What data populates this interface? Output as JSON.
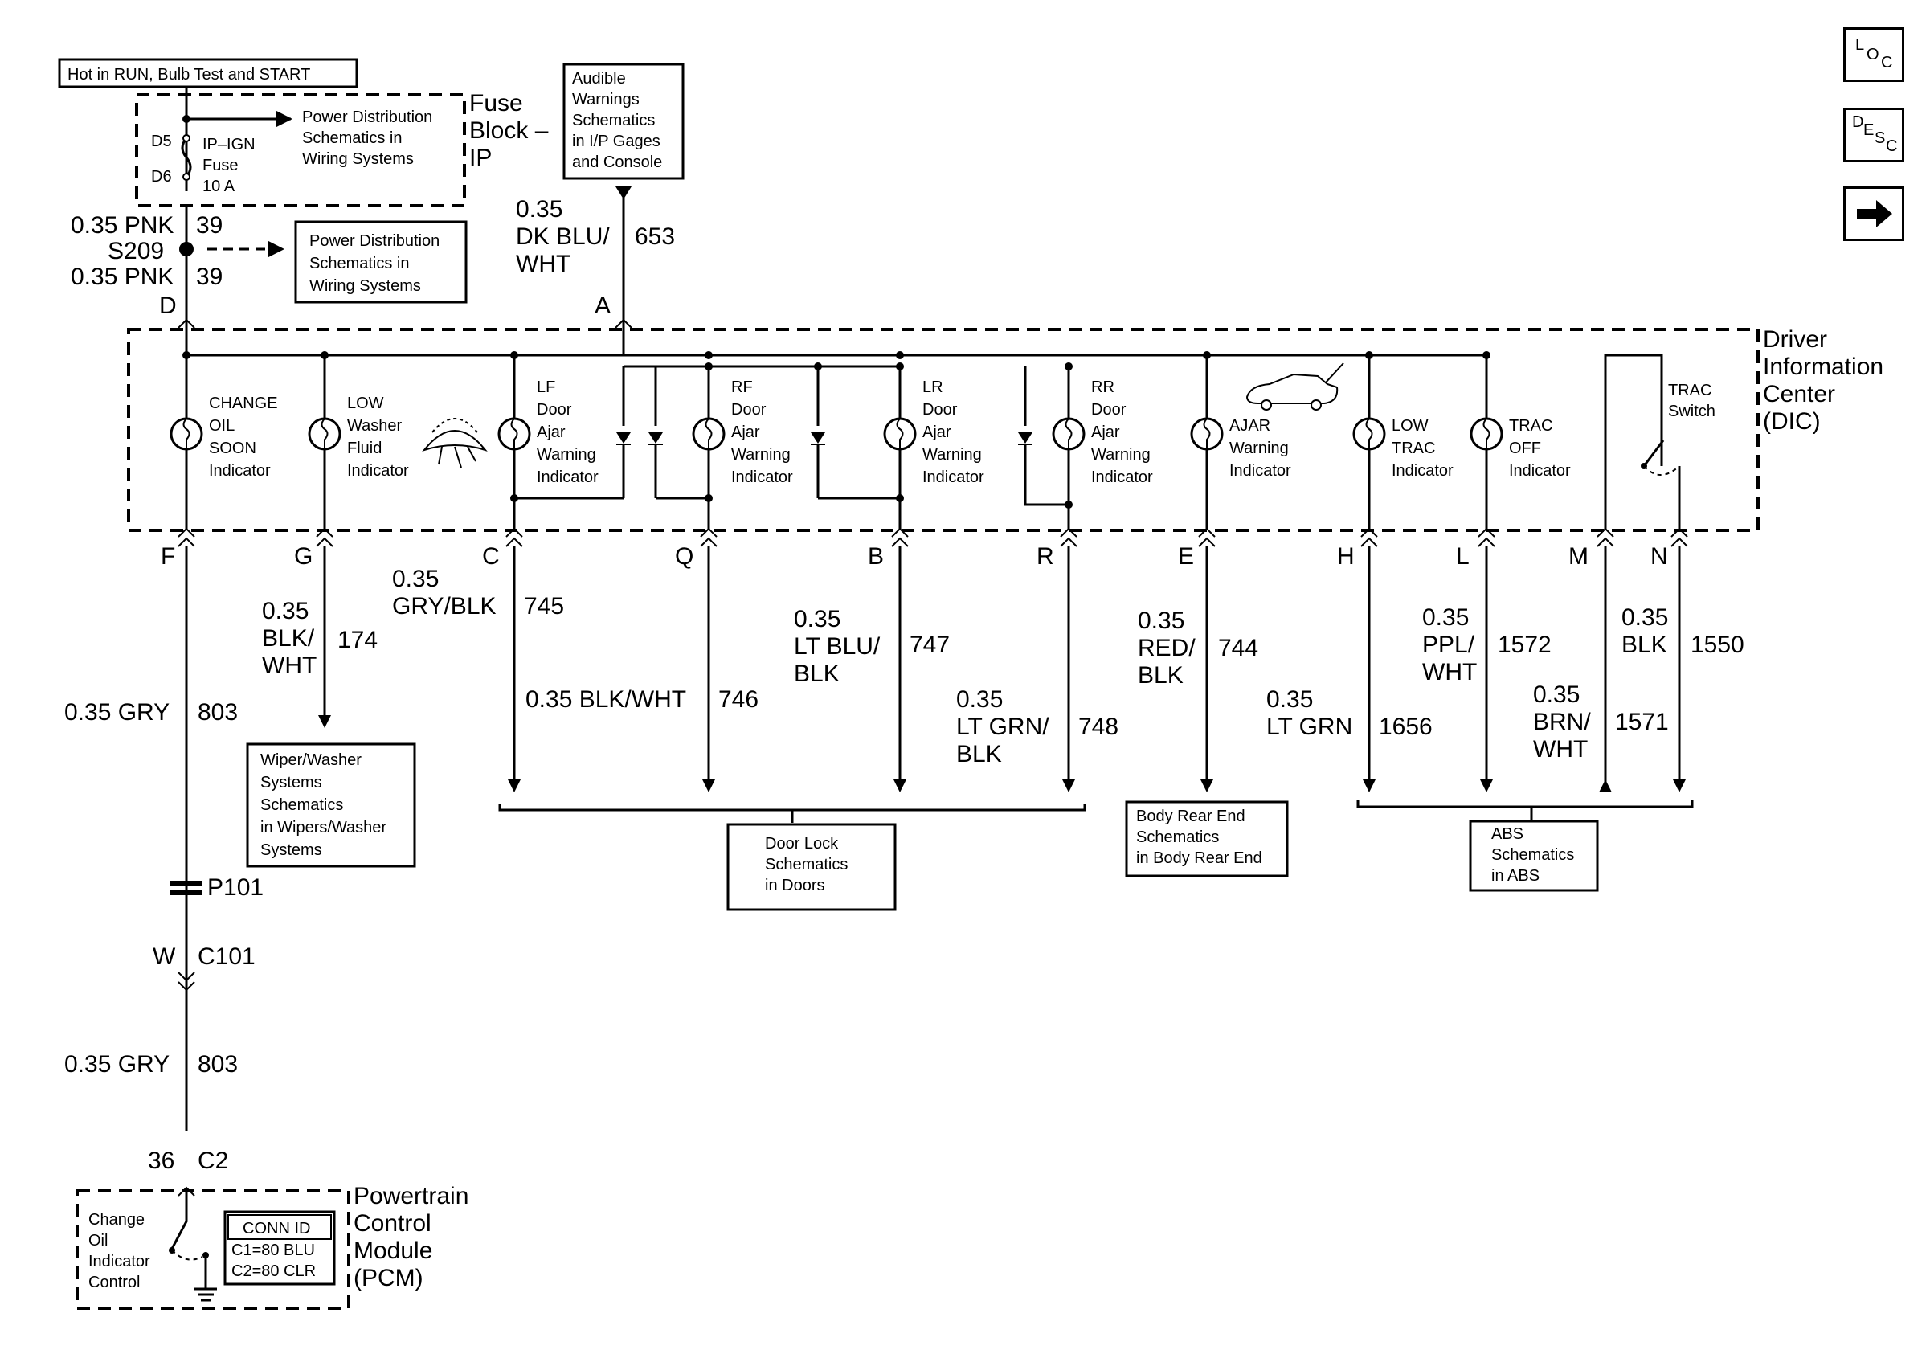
{
  "nav": {
    "loc": {
      "a": "L",
      "b": "O",
      "c": "C"
    },
    "desc": {
      "a": "D",
      "b": "E",
      "c": "S",
      "d": "C"
    },
    "next_icon": "right-arrow-icon"
  },
  "hot_label": "Hot in RUN, Bulb Test and START",
  "fuse_block": {
    "title_lines": [
      "Fuse",
      "Block –",
      "IP"
    ],
    "d5": "D5",
    "d6": "D6",
    "fuse_lines": [
      "IP–IGN",
      "Fuse",
      "10 A"
    ],
    "ref_lines": [
      "Power Distribution",
      "Schematics in",
      "Wiring Systems"
    ]
  },
  "splice": {
    "upper": {
      "size": "0.35 PNK",
      "circuit": "39"
    },
    "name": "S209",
    "lower": {
      "size": "0.35 PNK",
      "circuit": "39"
    },
    "ref_lines": [
      "Power Distribution",
      "Schematics in",
      "Wiring Systems"
    ]
  },
  "audible_ref_lines": [
    "Audible",
    "Warnings",
    "Schematics",
    "in I/P Gages",
    "and Console"
  ],
  "audible_wire": {
    "lines": [
      "0.35",
      "DK BLU/",
      "WHT"
    ],
    "circuit": "653"
  },
  "dic_title_lines": [
    "Driver",
    "Information",
    "Center",
    "(DIC)"
  ],
  "top_pins": {
    "d": "D",
    "a": "A"
  },
  "indicators": [
    {
      "lines": [
        "CHANGE",
        "OIL",
        "SOON",
        "Indicator"
      ]
    },
    {
      "lines": [
        "LOW",
        "Washer",
        "Fluid",
        "Indicator"
      ]
    },
    {
      "lines": [
        "LF",
        "Door",
        "Ajar",
        "Warning",
        "Indicator"
      ]
    },
    {
      "lines": [
        "RF",
        "Door",
        "Ajar",
        "Warning",
        "Indicator"
      ]
    },
    {
      "lines": [
        "LR",
        "Door",
        "Ajar",
        "Warning",
        "Indicator"
      ]
    },
    {
      "lines": [
        "RR",
        "Door",
        "Ajar",
        "Warning",
        "Indicator"
      ]
    },
    {
      "lines": [
        "AJAR",
        "Warning",
        "Indicator"
      ]
    },
    {
      "lines": [
        "LOW",
        "TRAC",
        "Indicator"
      ]
    },
    {
      "lines": [
        "TRAC",
        "OFF",
        "Indicator"
      ]
    }
  ],
  "trac_switch_lines": [
    "TRAC",
    "Switch"
  ],
  "bottom_pins": [
    "F",
    "G",
    "C",
    "Q",
    "B",
    "R",
    "E",
    "H",
    "L",
    "M",
    "N"
  ],
  "wires": {
    "f": {
      "size": "0.35 GRY",
      "circuit": "803"
    },
    "g": {
      "lines": [
        "0.35",
        "BLK/",
        "WHT"
      ],
      "circuit": "174"
    },
    "c": {
      "lines": [
        "0.35",
        "GRY/BLK"
      ],
      "circuit": "745"
    },
    "q": {
      "size": "0.35 BLK/WHT",
      "circuit": "746"
    },
    "b": {
      "lines": [
        "0.35",
        "LT BLU/",
        "BLK"
      ],
      "circuit": "747"
    },
    "r": {
      "lines": [
        "0.35",
        "LT GRN/",
        "BLK"
      ],
      "circuit": "748"
    },
    "e": {
      "lines": [
        "0.35",
        "RED/",
        "BLK"
      ],
      "circuit": "744"
    },
    "h": {
      "lines": [
        "0.35",
        "LT GRN"
      ],
      "circuit": "1656"
    },
    "l": {
      "lines": [
        "0.35",
        "PPL/",
        "WHT"
      ],
      "circuit": "1572"
    },
    "m": {
      "lines": [
        "0.35",
        "BRN/",
        "WHT"
      ],
      "circuit": "1571"
    },
    "n": {
      "lines": [
        "0.35",
        "BLK"
      ],
      "circuit": "1550"
    }
  },
  "refs": {
    "wiper": [
      "Wiper/Washer",
      "Systems",
      "Schematics",
      "in Wipers/Washer",
      "Systems"
    ],
    "door_lock": [
      "Door Lock",
      "Schematics",
      "in Doors"
    ],
    "body_rear": [
      "Body Rear End",
      "Schematics",
      "in Body Rear End"
    ],
    "abs": [
      "ABS",
      "Schematics",
      "in ABS"
    ]
  },
  "p101": "P101",
  "c101": {
    "pin": "W",
    "name": "C101"
  },
  "lower_wire": {
    "size": "0.35 GRY",
    "circuit": "803"
  },
  "pcm_pin": {
    "pin": "36",
    "conn": "C2"
  },
  "pcm": {
    "title_lines": [
      "Powertrain",
      "Control",
      "Module",
      "(PCM)"
    ],
    "control_lines": [
      "Change",
      "Oil",
      "Indicator",
      "Control"
    ],
    "conn_id_title": "CONN ID",
    "conn_id_rows": [
      "C1=80 BLU",
      "C2=80 CLR"
    ]
  }
}
